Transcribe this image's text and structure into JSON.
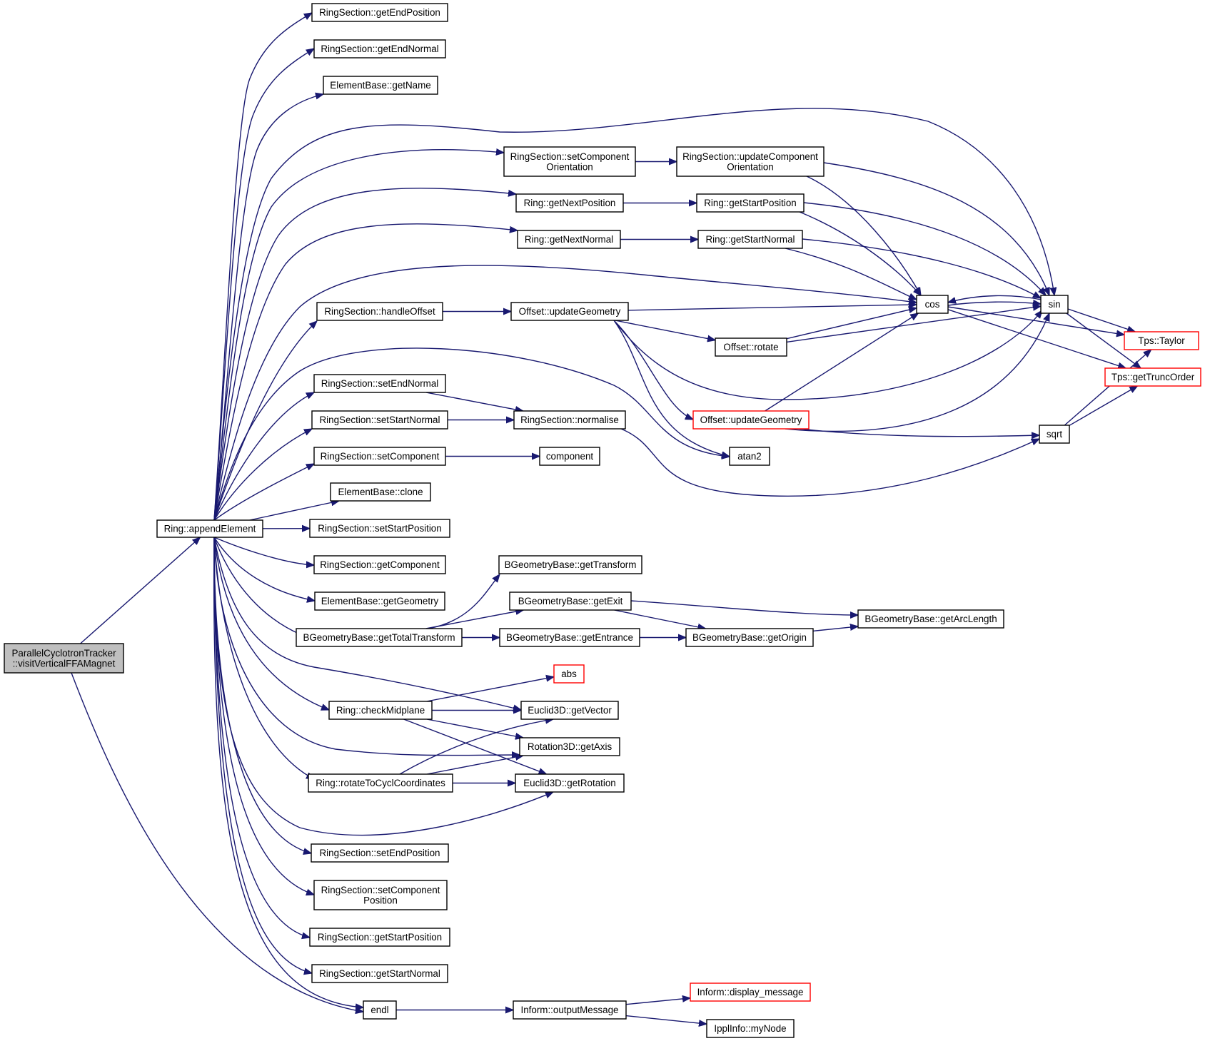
{
  "colors": {
    "edge": "#191970",
    "node_border": "#000000",
    "node_border_incomplete": "#ff0000",
    "node_fill": "#ffffff",
    "root_fill": "#bfbfbf"
  },
  "nodes": [
    {
      "id": "root",
      "lines": [
        "ParallelCyclotronTracker",
        "::visitVerticalFFAMagnet"
      ],
      "style": "root"
    },
    {
      "id": "ring_append",
      "lines": [
        "Ring::appendElement"
      ]
    },
    {
      "id": "rs_getEndPosition",
      "lines": [
        "RingSection::getEndPosition"
      ]
    },
    {
      "id": "rs_getEndNormal",
      "lines": [
        "RingSection::getEndNormal"
      ]
    },
    {
      "id": "eb_getName",
      "lines": [
        "ElementBase::getName"
      ]
    },
    {
      "id": "rs_setCompOrient",
      "lines": [
        "RingSection::setComponent",
        "Orientation"
      ]
    },
    {
      "id": "rs_updateCompOrient",
      "lines": [
        "RingSection::updateComponent",
        "Orientation"
      ]
    },
    {
      "id": "ring_getNextPosition",
      "lines": [
        "Ring::getNextPosition"
      ]
    },
    {
      "id": "ring_getStartPosition",
      "lines": [
        "Ring::getStartPosition"
      ]
    },
    {
      "id": "ring_getNextNormal",
      "lines": [
        "Ring::getNextNormal"
      ]
    },
    {
      "id": "ring_getStartNormal",
      "lines": [
        "Ring::getStartNormal"
      ]
    },
    {
      "id": "rs_handleOffset",
      "lines": [
        "RingSection::handleOffset"
      ]
    },
    {
      "id": "offset_updateGeometry",
      "lines": [
        "Offset::updateGeometry"
      ]
    },
    {
      "id": "cos",
      "lines": [
        "cos"
      ]
    },
    {
      "id": "sin",
      "lines": [
        "sin"
      ]
    },
    {
      "id": "tps_taylor",
      "lines": [
        "Tps::Taylor"
      ],
      "style": "incomplete"
    },
    {
      "id": "tps_trunc",
      "lines": [
        "Tps::getTruncOrder"
      ],
      "style": "incomplete"
    },
    {
      "id": "offset_rotate",
      "lines": [
        "Offset::rotate"
      ]
    },
    {
      "id": "rs_setEndNormal",
      "lines": [
        "RingSection::setEndNormal"
      ]
    },
    {
      "id": "rs_setStartNormal",
      "lines": [
        "RingSection::setStartNormal"
      ]
    },
    {
      "id": "rs_normalise",
      "lines": [
        "RingSection::normalise"
      ]
    },
    {
      "id": "offset_updateGeometry2",
      "lines": [
        "Offset::updateGeometry"
      ],
      "style": "incomplete"
    },
    {
      "id": "sqrt",
      "lines": [
        "sqrt"
      ]
    },
    {
      "id": "rs_setComponent",
      "lines": [
        "RingSection::setComponent"
      ]
    },
    {
      "id": "component",
      "lines": [
        "component"
      ]
    },
    {
      "id": "atan2",
      "lines": [
        "atan2"
      ]
    },
    {
      "id": "eb_clone",
      "lines": [
        "ElementBase::clone"
      ]
    },
    {
      "id": "rs_setStartPosition",
      "lines": [
        "RingSection::setStartPosition"
      ]
    },
    {
      "id": "rs_getComponent",
      "lines": [
        "RingSection::getComponent"
      ]
    },
    {
      "id": "bgb_getTransform",
      "lines": [
        "BGeometryBase::getTransform"
      ]
    },
    {
      "id": "eb_getGeometry",
      "lines": [
        "ElementBase::getGeometry"
      ]
    },
    {
      "id": "bgb_getExit",
      "lines": [
        "BGeometryBase::getExit"
      ]
    },
    {
      "id": "bgb_getArcLength",
      "lines": [
        "BGeometryBase::getArcLength"
      ]
    },
    {
      "id": "bgb_getTotalTransform",
      "lines": [
        "BGeometryBase::getTotalTransform"
      ]
    },
    {
      "id": "bgb_getEntrance",
      "lines": [
        "BGeometryBase::getEntrance"
      ]
    },
    {
      "id": "bgb_getOrigin",
      "lines": [
        "BGeometryBase::getOrigin"
      ]
    },
    {
      "id": "abs",
      "lines": [
        "abs"
      ],
      "style": "incomplete"
    },
    {
      "id": "ring_checkMidplane",
      "lines": [
        "Ring::checkMidplane"
      ]
    },
    {
      "id": "e3d_getVector",
      "lines": [
        "Euclid3D::getVector"
      ]
    },
    {
      "id": "r3d_getAxis",
      "lines": [
        "Rotation3D::getAxis"
      ]
    },
    {
      "id": "ring_rotateToCycl",
      "lines": [
        "Ring::rotateToCyclCoordinates"
      ]
    },
    {
      "id": "e3d_getRotation",
      "lines": [
        "Euclid3D::getRotation"
      ]
    },
    {
      "id": "rs_setEndPosition",
      "lines": [
        "RingSection::setEndPosition"
      ]
    },
    {
      "id": "rs_setCompPosition",
      "lines": [
        "RingSection::setComponent",
        "Position"
      ]
    },
    {
      "id": "rs_getStartPosition",
      "lines": [
        "RingSection::getStartPosition"
      ]
    },
    {
      "id": "rs_getStartNormal",
      "lines": [
        "RingSection::getStartNormal"
      ]
    },
    {
      "id": "endl",
      "lines": [
        "endl"
      ]
    },
    {
      "id": "inform_outputMessage",
      "lines": [
        "Inform::outputMessage"
      ]
    },
    {
      "id": "inform_display",
      "lines": [
        "Inform::display_message"
      ],
      "style": "incomplete"
    },
    {
      "id": "ippl_myNode",
      "lines": [
        "IpplInfo::myNode"
      ]
    }
  ],
  "edges": [
    [
      "root",
      "ring_append"
    ],
    [
      "root",
      "endl"
    ],
    [
      "ring_append",
      "rs_getEndPosition"
    ],
    [
      "ring_append",
      "rs_getEndNormal"
    ],
    [
      "ring_append",
      "eb_getName"
    ],
    [
      "ring_append",
      "sin"
    ],
    [
      "ring_append",
      "rs_setCompOrient"
    ],
    [
      "ring_append",
      "ring_getNextPosition"
    ],
    [
      "ring_append",
      "ring_getNextNormal"
    ],
    [
      "ring_append",
      "cos"
    ],
    [
      "ring_append",
      "rs_handleOffset"
    ],
    [
      "ring_append",
      "atan2"
    ],
    [
      "ring_append",
      "rs_setEndNormal"
    ],
    [
      "ring_append",
      "rs_setStartNormal"
    ],
    [
      "ring_append",
      "rs_setComponent"
    ],
    [
      "ring_append",
      "eb_clone"
    ],
    [
      "ring_append",
      "rs_setStartPosition"
    ],
    [
      "ring_append",
      "rs_getComponent"
    ],
    [
      "ring_append",
      "eb_getGeometry"
    ],
    [
      "ring_append",
      "bgb_getTotalTransform"
    ],
    [
      "ring_append",
      "e3d_getVector"
    ],
    [
      "ring_append",
      "ring_checkMidplane"
    ],
    [
      "ring_append",
      "r3d_getAxis"
    ],
    [
      "ring_append",
      "ring_rotateToCycl"
    ],
    [
      "ring_append",
      "e3d_getRotation"
    ],
    [
      "ring_append",
      "rs_setEndPosition"
    ],
    [
      "ring_append",
      "rs_setCompPosition"
    ],
    [
      "ring_append",
      "rs_getStartPosition"
    ],
    [
      "ring_append",
      "rs_getStartNormal"
    ],
    [
      "ring_append",
      "endl"
    ],
    [
      "rs_setCompOrient",
      "rs_updateCompOrient"
    ],
    [
      "rs_updateCompOrient",
      "cos"
    ],
    [
      "rs_updateCompOrient",
      "sin"
    ],
    [
      "ring_getNextPosition",
      "ring_getStartPosition"
    ],
    [
      "ring_getStartPosition",
      "cos"
    ],
    [
      "ring_getStartPosition",
      "sin"
    ],
    [
      "ring_getNextNormal",
      "ring_getStartNormal"
    ],
    [
      "ring_getStartNormal",
      "cos"
    ],
    [
      "ring_getStartNormal",
      "sin"
    ],
    [
      "rs_handleOffset",
      "offset_updateGeometry"
    ],
    [
      "offset_updateGeometry",
      "cos"
    ],
    [
      "offset_updateGeometry",
      "offset_rotate"
    ],
    [
      "offset_updateGeometry",
      "sin"
    ],
    [
      "offset_updateGeometry",
      "offset_updateGeometry2"
    ],
    [
      "offset_updateGeometry",
      "atan2"
    ],
    [
      "offset_rotate",
      "cos"
    ],
    [
      "offset_rotate",
      "sin"
    ],
    [
      "cos",
      "sin"
    ],
    [
      "cos",
      "tps_taylor"
    ],
    [
      "cos",
      "tps_trunc"
    ],
    [
      "sin",
      "cos"
    ],
    [
      "sin",
      "tps_taylor"
    ],
    [
      "sin",
      "tps_trunc"
    ],
    [
      "offset_updateGeometry2",
      "cos"
    ],
    [
      "offset_updateGeometry2",
      "sin"
    ],
    [
      "offset_updateGeometry2",
      "sqrt"
    ],
    [
      "sqrt",
      "tps_taylor"
    ],
    [
      "sqrt",
      "tps_trunc"
    ],
    [
      "rs_setEndNormal",
      "rs_normalise"
    ],
    [
      "rs_setStartNormal",
      "rs_normalise"
    ],
    [
      "rs_normalise",
      "sqrt"
    ],
    [
      "rs_setComponent",
      "component"
    ],
    [
      "bgb_getTotalTransform",
      "bgb_getTransform"
    ],
    [
      "bgb_getTotalTransform",
      "bgb_getExit"
    ],
    [
      "bgb_getTotalTransform",
      "bgb_getEntrance"
    ],
    [
      "bgb_getExit",
      "bgb_getArcLength"
    ],
    [
      "bgb_getExit",
      "bgb_getOrigin"
    ],
    [
      "bgb_getEntrance",
      "bgb_getOrigin"
    ],
    [
      "bgb_getOrigin",
      "bgb_getArcLength"
    ],
    [
      "ring_checkMidplane",
      "abs"
    ],
    [
      "ring_checkMidplane",
      "e3d_getVector"
    ],
    [
      "ring_checkMidplane",
      "r3d_getAxis"
    ],
    [
      "ring_checkMidplane",
      "e3d_getRotation"
    ],
    [
      "ring_rotateToCycl",
      "e3d_getVector"
    ],
    [
      "ring_rotateToCycl",
      "r3d_getAxis"
    ],
    [
      "ring_rotateToCycl",
      "e3d_getRotation"
    ],
    [
      "endl",
      "inform_outputMessage"
    ],
    [
      "inform_outputMessage",
      "inform_display"
    ],
    [
      "inform_outputMessage",
      "ippl_myNode"
    ]
  ]
}
